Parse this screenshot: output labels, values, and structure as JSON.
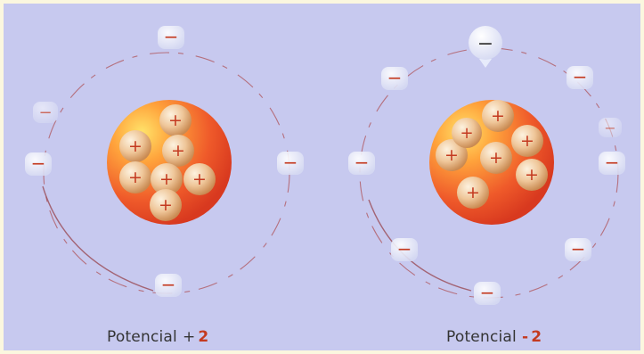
{
  "atom_left": {
    "caption": {
      "prefix": "Potencial",
      "sign": "+",
      "value": "2"
    },
    "protons": 7,
    "electrons": 5
  },
  "atom_right": {
    "caption": {
      "prefix": "Potencial",
      "sign": "-",
      "value": "2"
    },
    "protons": 7,
    "electrons": 9
  },
  "symbols": {
    "proton": "+",
    "electron": "−"
  },
  "colors": {
    "background": "#c7c9ef",
    "nucleus": "#ee5a2a",
    "proton": "#f0c999",
    "sign_red": "#c43a20",
    "orbit": "#b05a62"
  }
}
